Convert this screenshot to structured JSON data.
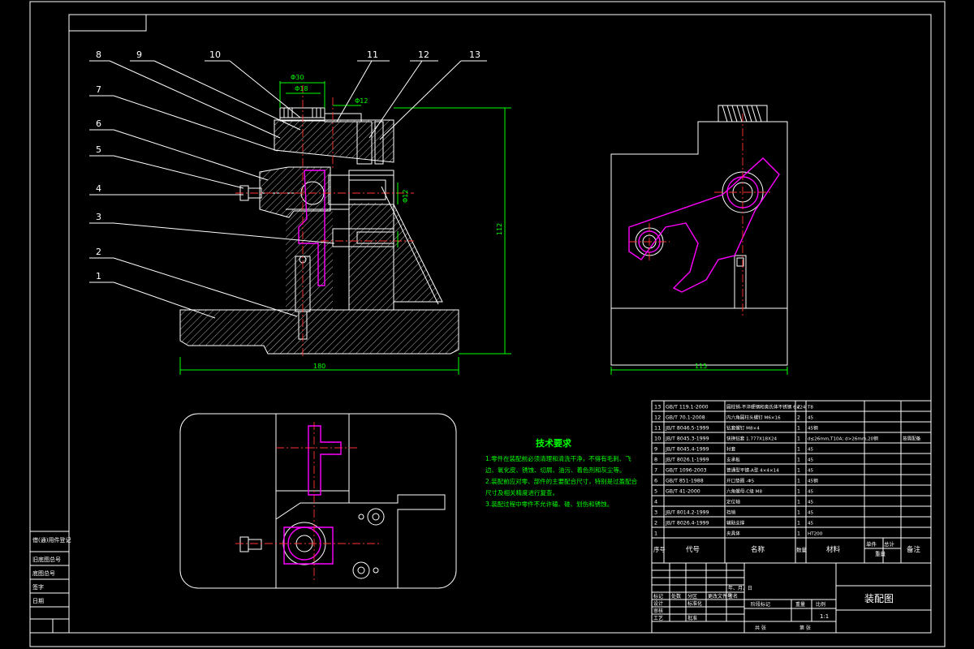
{
  "colors": {
    "background": "#000000",
    "outline": "#ffffff",
    "dimension": "#00ff00",
    "center": "#ff3333",
    "part": "#ff00ff",
    "note": "#00ff00"
  },
  "balloons": [
    "1",
    "2",
    "3",
    "4",
    "5",
    "6",
    "7",
    "8",
    "9",
    "10",
    "11",
    "12",
    "13"
  ],
  "dimensions": {
    "front_width": "180",
    "front_height": "112",
    "side_width": "115",
    "top_a": "Φ30",
    "top_b": "Φ18",
    "top_c": "Φ12",
    "right_d": "Φ12"
  },
  "tech_notes": {
    "title": "技术要求",
    "lines": [
      "1.零件在装配前必须清理和清洗干净，不得有毛刺、飞",
      "边、氧化皮、锈蚀、切屑、油污、着色剂和灰尘等。",
      "2.装配前应对零、部件的主要配合尺寸，特别是过盈配合",
      "尺寸及相关精度进行复查。",
      "3.装配过程中零件不允许磕、碰、划伤和锈蚀。"
    ]
  },
  "bom": {
    "header": {
      "no": "序号",
      "code": "代号",
      "name": "名称",
      "qty": "数量",
      "material": "材料",
      "unit": "单件",
      "total": "总计",
      "weight": "重量",
      "remark": "备注"
    },
    "rows": [
      {
        "no": "13",
        "code": "GB/T 119.1-2000",
        "name": "圆柱销-不淬硬钢和奥氏体不锈钢 6×24",
        "qty": "2",
        "material": "T8",
        "remark": ""
      },
      {
        "no": "12",
        "code": "GB/T 70.1-2008",
        "name": "内六角圆柱头螺钉 M6×16",
        "qty": "2",
        "material": "45",
        "remark": ""
      },
      {
        "no": "11",
        "code": "JB/T 8046.5-1999",
        "name": "钻套螺钉 M8×4",
        "qty": "1",
        "material": "45钢",
        "remark": ""
      },
      {
        "no": "10",
        "code": "JB/T 8045.3-1999",
        "name": "快换钻套 1.777X18X24",
        "qty": "1",
        "material": "d≤26mm,T10A; d>26mm,20钢",
        "remark": "按需配备"
      },
      {
        "no": "9",
        "code": "JB/T 8045.4-1999",
        "name": "衬套",
        "qty": "1",
        "material": "45",
        "remark": ""
      },
      {
        "no": "8",
        "code": "JB/T 8026.1-1999",
        "name": "支承板",
        "qty": "1",
        "material": "45",
        "remark": ""
      },
      {
        "no": "7",
        "code": "GB/T 1096-2003",
        "name": "普通型平键-A型 4×4×14",
        "qty": "1",
        "material": "45",
        "remark": ""
      },
      {
        "no": "6",
        "code": "GB/T 851-1988",
        "name": "开口垫圈 -Φ5",
        "qty": "1",
        "material": "45钢",
        "remark": ""
      },
      {
        "no": "5",
        "code": "GB/T 41-2000",
        "name": "六角螺母-C级 M8",
        "qty": "1",
        "material": "45",
        "remark": ""
      },
      {
        "no": "4",
        "code": "",
        "name": "定位轴",
        "qty": "1",
        "material": "45",
        "remark": ""
      },
      {
        "no": "3",
        "code": "JB/T 8014.2-1999",
        "name": "挡销",
        "qty": "1",
        "material": "45",
        "remark": ""
      },
      {
        "no": "2",
        "code": "JB/T 8026.4-1999",
        "name": "辅助支撑",
        "qty": "1",
        "material": "45",
        "remark": ""
      },
      {
        "no": "1",
        "code": "",
        "name": "夹具体",
        "qty": "1",
        "material": "HT200",
        "remark": ""
      }
    ]
  },
  "title_block": {
    "drawing_title": "装配图",
    "scale_label": "比例",
    "scale": "1:1",
    "weight_label": "重量",
    "stage_label": "阶段标记",
    "sheet_label": "共 张",
    "sheet_of": "第 张",
    "row_labels": [
      "标记",
      "处数",
      "分区",
      "更改文件号",
      "签名",
      "年、月、日"
    ],
    "role_labels": [
      "设计",
      "标准化",
      "审核",
      "工艺",
      "批准"
    ]
  },
  "left_strip": {
    "labels": [
      "借(通)用件登记",
      "旧底图总号",
      "底图总号",
      "签字",
      "日期"
    ]
  }
}
